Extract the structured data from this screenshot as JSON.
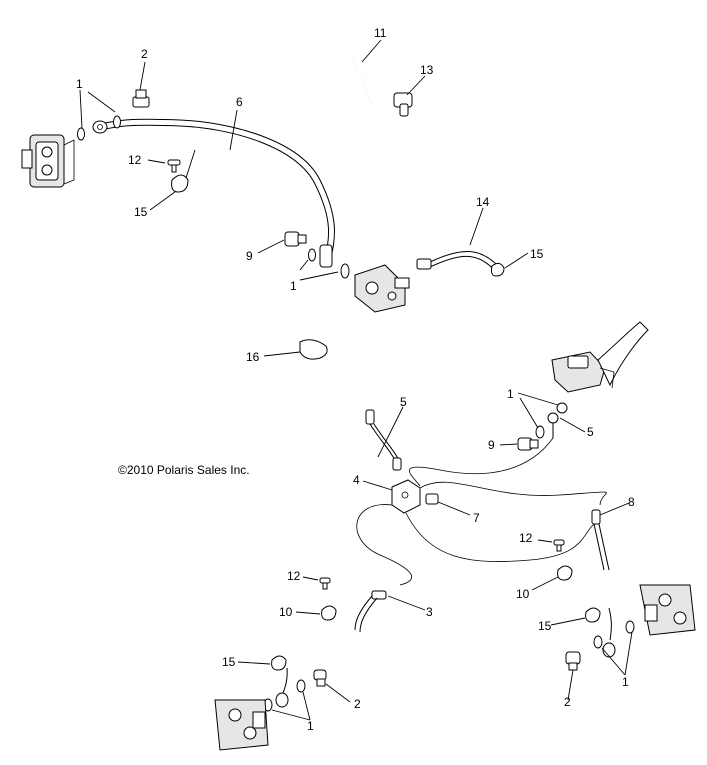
{
  "copyright": "©2010 Polaris Sales Inc.",
  "callouts": {
    "c1a": "1",
    "c2a": "2",
    "c6": "6",
    "c11": "11",
    "c13": "13",
    "c12a": "12",
    "c15a": "15",
    "c14": "14",
    "c15b": "15",
    "c9a": "9",
    "c1b": "1",
    "c16": "16",
    "c1c": "1",
    "c5a": "5",
    "c5b": "5",
    "c9b": "9",
    "c4": "4",
    "c7": "7",
    "c8": "8",
    "c12b": "12",
    "c10a": "10",
    "c12c": "12",
    "c10b": "10",
    "c3": "3",
    "c15c": "15",
    "c1d": "1",
    "c2b": "2",
    "c15d": "15",
    "c2c": "2",
    "c1e": "1"
  }
}
